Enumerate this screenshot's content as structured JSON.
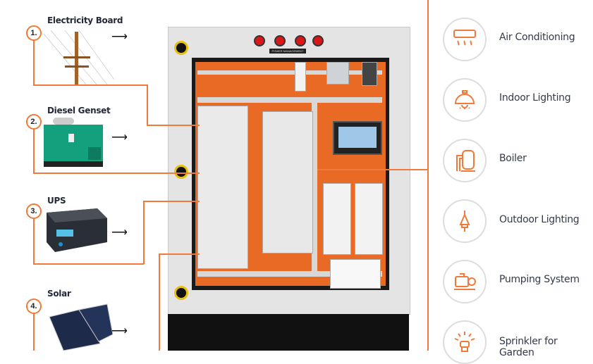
{
  "sources": [
    {
      "number": "1.",
      "label": "Electricity Board"
    },
    {
      "number": "2.",
      "label": "Diesel Genset"
    },
    {
      "number": "3.",
      "label": "UPS"
    },
    {
      "number": "4.",
      "label": "Solar"
    }
  ],
  "panel": {
    "nameplate": "POWER MANAGEMENT PANEL"
  },
  "loads": [
    {
      "label": "Air Conditioning",
      "icon": "air-conditioner-icon"
    },
    {
      "label": "Indoor Lighting",
      "icon": "ceiling-lamp-icon"
    },
    {
      "label": "Boiler",
      "icon": "boiler-icon"
    },
    {
      "label": "Outdoor Lighting",
      "icon": "outdoor-lamp-icon"
    },
    {
      "label": "Pumping System",
      "icon": "pump-icon"
    },
    {
      "label": "Sprinkler for Garden",
      "icon": "sprinkler-icon"
    }
  ],
  "colors": {
    "accent": "#f07a3a",
    "panel_interior": "#e86a25"
  }
}
